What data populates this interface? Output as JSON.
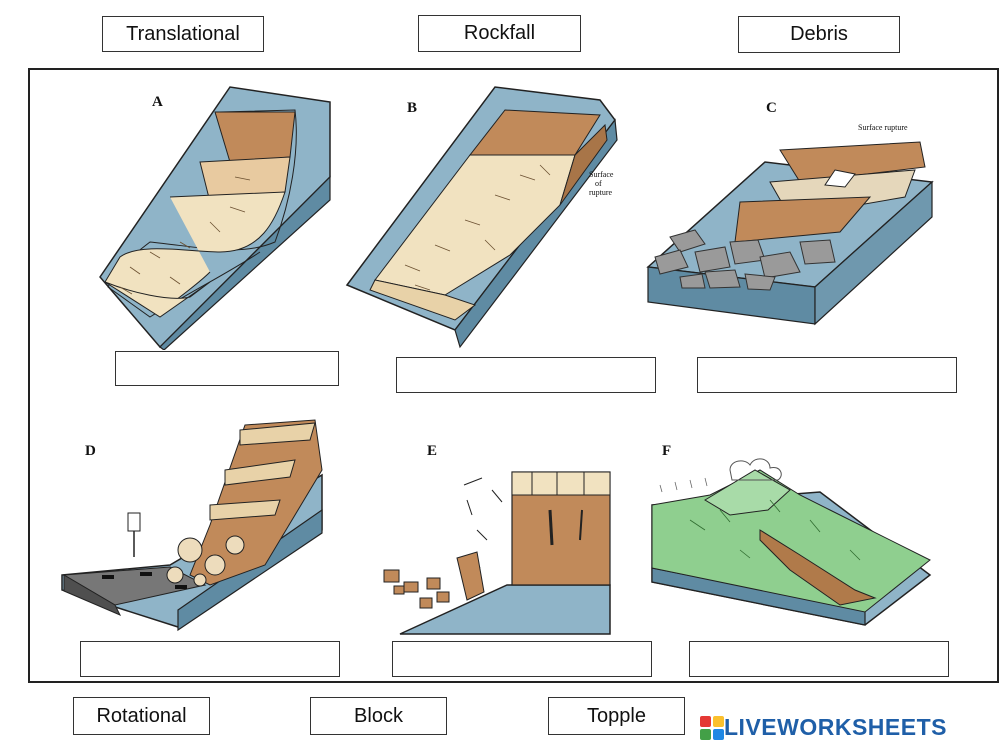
{
  "labels_top": [
    "Translational",
    "Rockfall",
    "Debris"
  ],
  "labels_bottom": [
    "Rotational",
    "Block",
    "Topple"
  ],
  "figures": {
    "a": {
      "letter": "A"
    },
    "b": {
      "letter": "B",
      "note_line1": "Surface",
      "note_line2": "of",
      "note_line3": "rupture"
    },
    "c": {
      "letter": "C",
      "note": "Surface rupture"
    },
    "d": {
      "letter": "D"
    },
    "e": {
      "letter": "E"
    },
    "f": {
      "letter": "F"
    }
  },
  "brand": {
    "name": "LIVEWORKSHEETS",
    "colors": [
      "#e53935",
      "#fbc02d",
      "#43a047",
      "#1e88e5"
    ],
    "text_color": "#1f5fa8"
  },
  "colors": {
    "slope_blue": "#8fb4c8",
    "slope_dark": "#5f8ba3",
    "sand": "#f1e2c0",
    "brown": "#c18a5a",
    "green": "#8fcf8f"
  }
}
